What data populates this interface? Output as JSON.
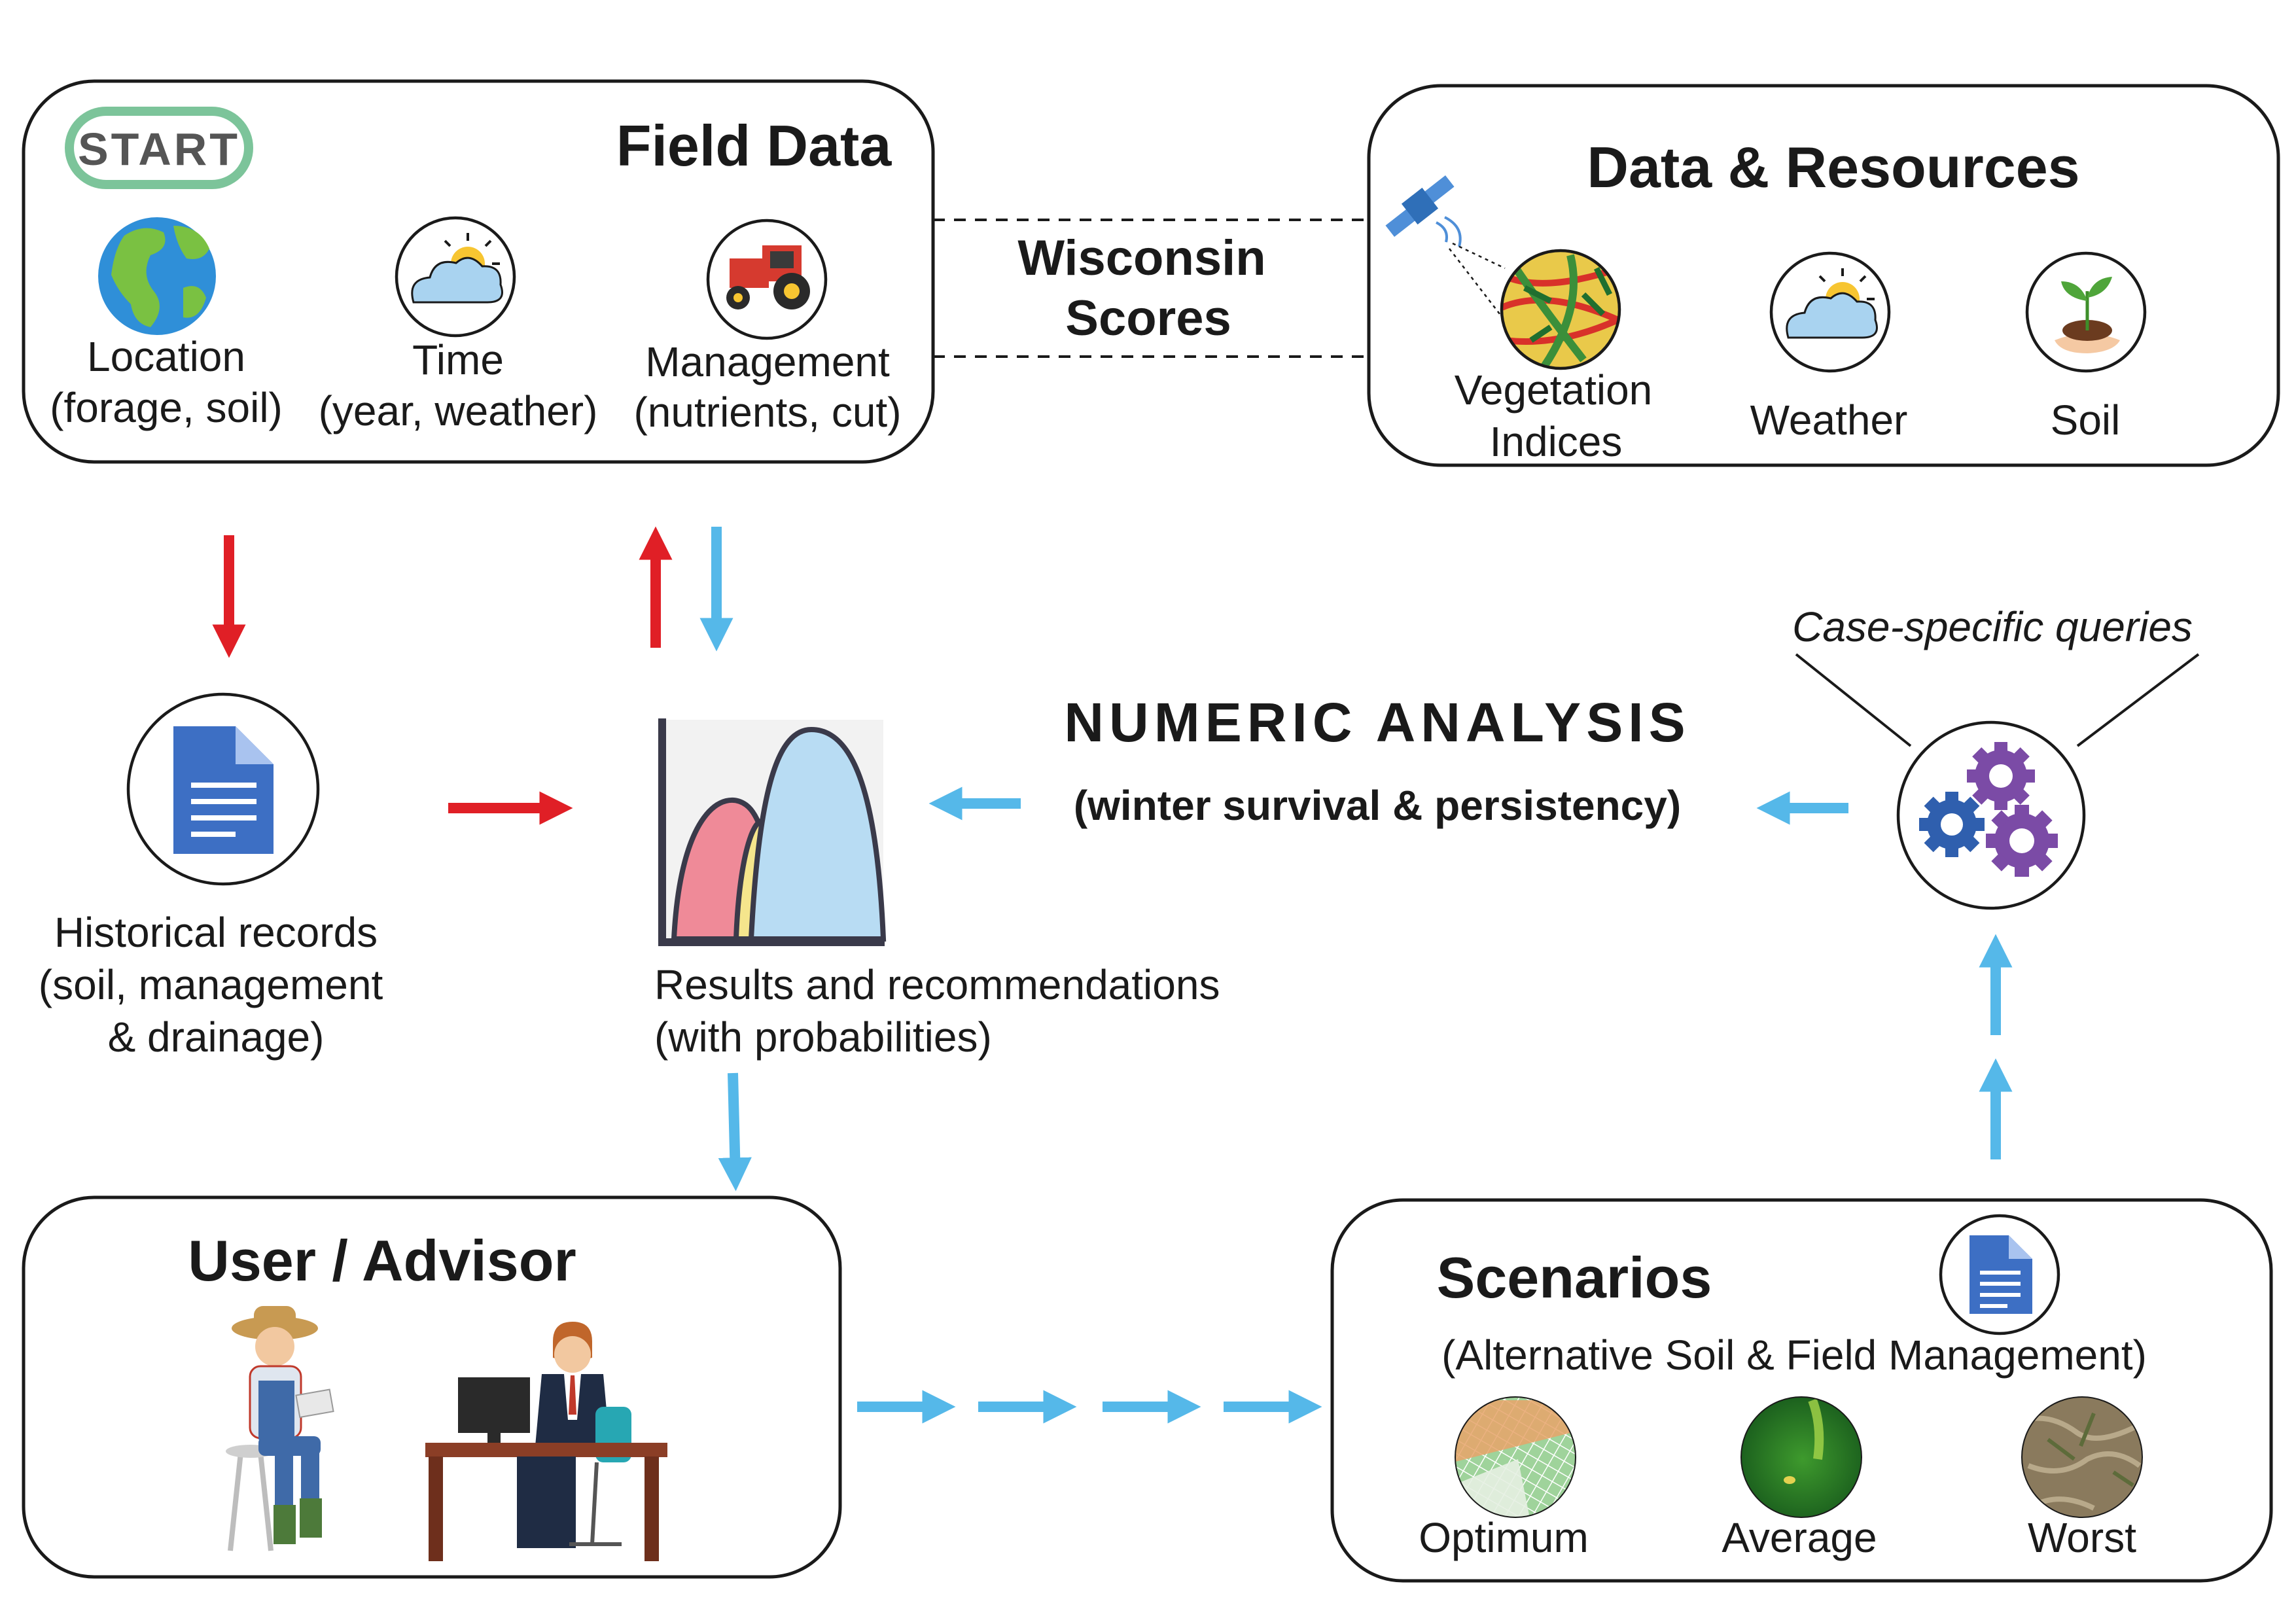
{
  "start_badge": "START",
  "field_data": {
    "title": "Field Data",
    "items": [
      {
        "label": "Location",
        "sub": "(forage, soil)"
      },
      {
        "label": "Time",
        "sub": "(year, weather)"
      },
      {
        "label": "Management",
        "sub": "(nutrients, cut)"
      }
    ]
  },
  "wisconsin": {
    "line1": "Wisconsin",
    "line2": "Scores"
  },
  "data_resources": {
    "title": "Data & Resources",
    "items": [
      {
        "line1": "Vegetation",
        "line2": "Indices"
      },
      {
        "line1": "Weather"
      },
      {
        "line1": "Soil"
      }
    ]
  },
  "historical": {
    "line1": "Historical records",
    "line2": "(soil, management",
    "line3": "& drainage)"
  },
  "results": {
    "line1": "Results and recommendations",
    "line2": "(with probabilities)"
  },
  "numeric": {
    "title": "NUMERIC ANALYSIS",
    "sub": "(winter survival & persistency)"
  },
  "queries": "Case-specific queries",
  "user_advisor": {
    "title": "User / Advisor"
  },
  "scenarios": {
    "title": "Scenarios",
    "sub": "(Alternative Soil & Field Management)",
    "items": [
      {
        "label": "Optimum"
      },
      {
        "label": "Average"
      },
      {
        "label": "Worst"
      }
    ]
  },
  "colors": {
    "red_arrow": "#e01f26",
    "blue_arrow": "#55b8e9",
    "start_green": "#7cc49a",
    "doc_blue": "#3d6fc4",
    "gear_purple": "#7b4ba6",
    "gear_blue": "#2f5fae"
  }
}
